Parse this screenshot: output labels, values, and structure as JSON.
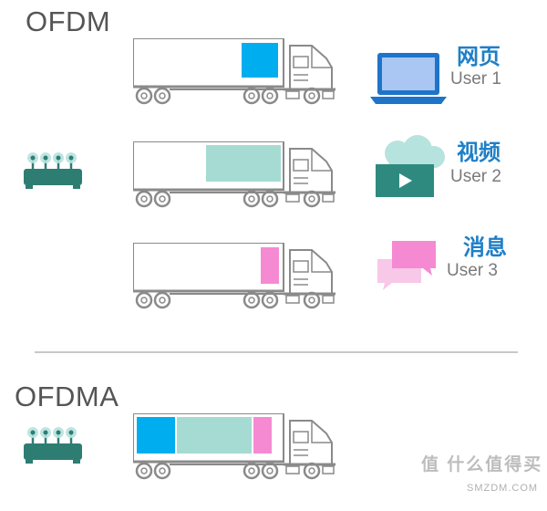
{
  "ofdm": {
    "title": "OFDM",
    "users": [
      {
        "service": "网页",
        "user": "User 1"
      },
      {
        "service": "视频",
        "user": "User 2"
      },
      {
        "service": "消息",
        "user": "User 3"
      }
    ]
  },
  "ofdma": {
    "title": "OFDMA"
  },
  "colors": {
    "user1": "#00aeef",
    "user2": "#a6dbd3",
    "user3": "#f58ad3",
    "router": "#2e7d73",
    "truck_line": "#8a8a8a"
  },
  "icons": [
    "router-icon",
    "laptop-icon",
    "cloud-video-icon",
    "chat-bubbles-icon"
  ],
  "watermark": {
    "brand": "值 什么值得买",
    "site": "SMZDM.COM"
  }
}
